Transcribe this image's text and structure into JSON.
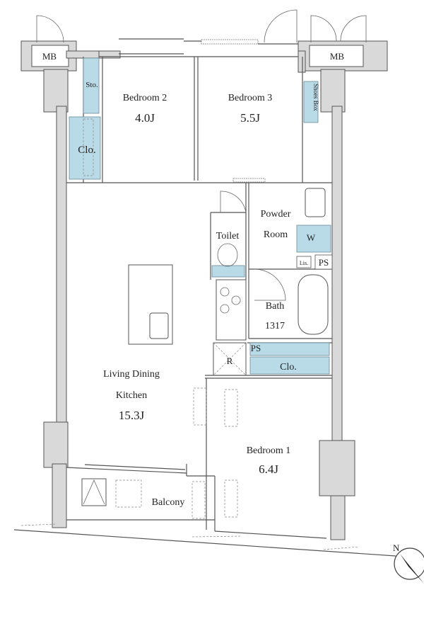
{
  "rooms": {
    "mb_left": "MB",
    "mb_right": "MB",
    "storage": "Sto.",
    "closet_top": "Clo.",
    "bedroom2_name": "Bedroom 2",
    "bedroom2_size": "4.0J",
    "bedroom3_name": "Bedroom 3",
    "bedroom3_size": "5.5J",
    "shoes_box": "Shoes Box",
    "powder_line1": "Powder",
    "powder_line2": "Room",
    "washer": "W",
    "lin": "Lis.",
    "ps_top": "PS",
    "toilet": "Toilet",
    "bath_name": "Bath",
    "bath_size": "1317",
    "ps_bottom": "PS",
    "closet_bottom": "Clo.",
    "fridge": "R",
    "ldk_line1": "Living Dining",
    "ldk_line2": "Kitchen",
    "ldk_size": "15.3J",
    "bedroom1_name": "Bedroom 1",
    "bedroom1_size": "6.4J",
    "balcony": "Balcony",
    "north": "N"
  },
  "colors": {
    "wall": "#d9d9d9",
    "storage_blue": "#b9dbe8",
    "line": "#555555"
  }
}
